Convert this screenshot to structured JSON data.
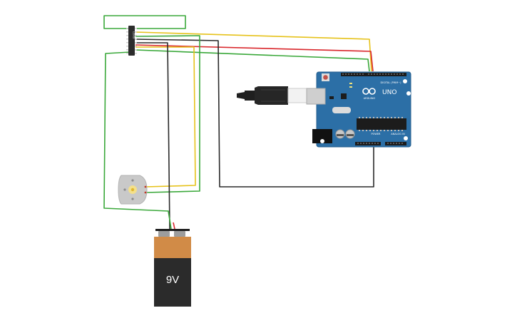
{
  "canvas": {
    "background": "#ffffff"
  },
  "components": {
    "driver_ic": {
      "label": "L293D"
    },
    "arduino": {
      "logo_text": "UNO",
      "brand_text": "ARDUINO",
      "digital_label": "DIGITAL (PWM~)",
      "power_label": "POWER",
      "analog_label": "ANALOG IN",
      "board_color": "#2c6fa6"
    },
    "battery": {
      "label": "9V",
      "cap_color": "#d18b47",
      "body_color": "#2b2b2b"
    },
    "motor": {
      "name": "DC motor"
    },
    "usb_cable": {
      "name": "USB cable"
    }
  },
  "wire_colors": {
    "green": "#3aa83a",
    "yellow": "#e6c21a",
    "red": "#d9262b",
    "black": "#2a2a2a"
  }
}
